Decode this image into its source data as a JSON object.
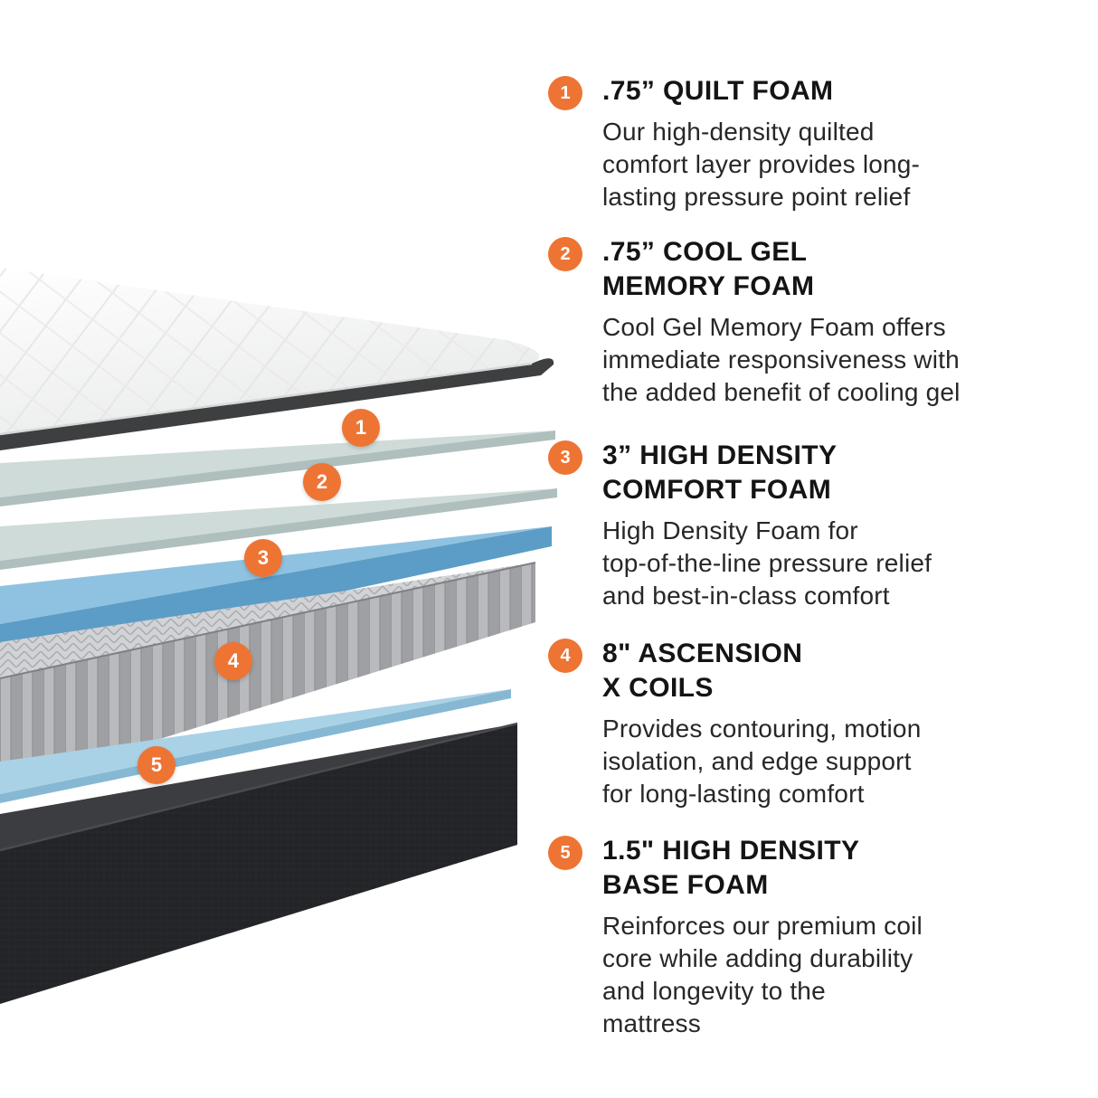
{
  "colors": {
    "accent": "#EE7434"
  },
  "items": [
    {
      "number": "1",
      "title": ".75” QUILT FOAM",
      "description": "Our high-density quilted\ncomfort layer provides long-\nlasting pressure point relief"
    },
    {
      "number": "2",
      "title": ".75” COOL GEL\nMEMORY FOAM",
      "description": "Cool Gel Memory Foam offers\nimmediate responsiveness with\nthe added benefit of cooling gel"
    },
    {
      "number": "3",
      "title": "3” HIGH DENSITY\nCOMFORT FOAM",
      "description": "High Density Foam for\ntop-of-the-line pressure relief\nand best-in-class comfort"
    },
    {
      "number": "4",
      "title": "8\" ASCENSION\nX COILS",
      "description": "Provides contouring, motion\nisolation, and edge support\nfor long-lasting comfort"
    },
    {
      "number": "5",
      "title": "1.5\" HIGH DENSITY\nBASE FOAM",
      "description": "Reinforces our premium coil\ncore while adding durability\nand longevity to the\nmattress"
    }
  ]
}
